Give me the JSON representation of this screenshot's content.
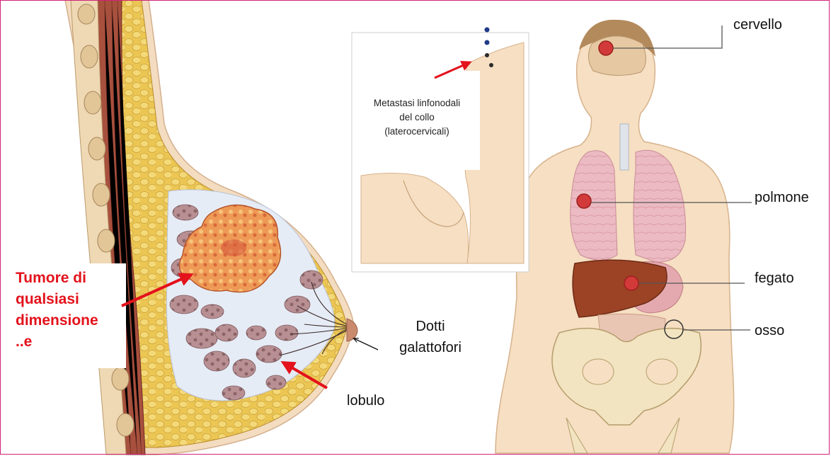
{
  "labels": {
    "tumore": [
      "Tumore di",
      "qualsiasi",
      "dimensione",
      "..e"
    ],
    "dotti": [
      "Dotti",
      "galattofori"
    ],
    "lobulo": "lobulo",
    "metastasi": [
      "Metastasi linfonodali",
      "del collo",
      "(laterocervicali)"
    ],
    "cervello": "cervello",
    "polmone": "polmone",
    "fegato": "fegato",
    "osso": "osso"
  },
  "colors": {
    "border": "#d0227a",
    "red_label": "#e3121b",
    "arrow_red": "#e3121b",
    "skin": "#f6e2c8",
    "fat": "#e9c24a",
    "muscle": "#9b4a3a",
    "tumor": "#e8884a",
    "lobule": "#b28a8c",
    "lung": "#e9b4bd",
    "liver": "#9c4326",
    "bone": "#f2e4c0"
  }
}
